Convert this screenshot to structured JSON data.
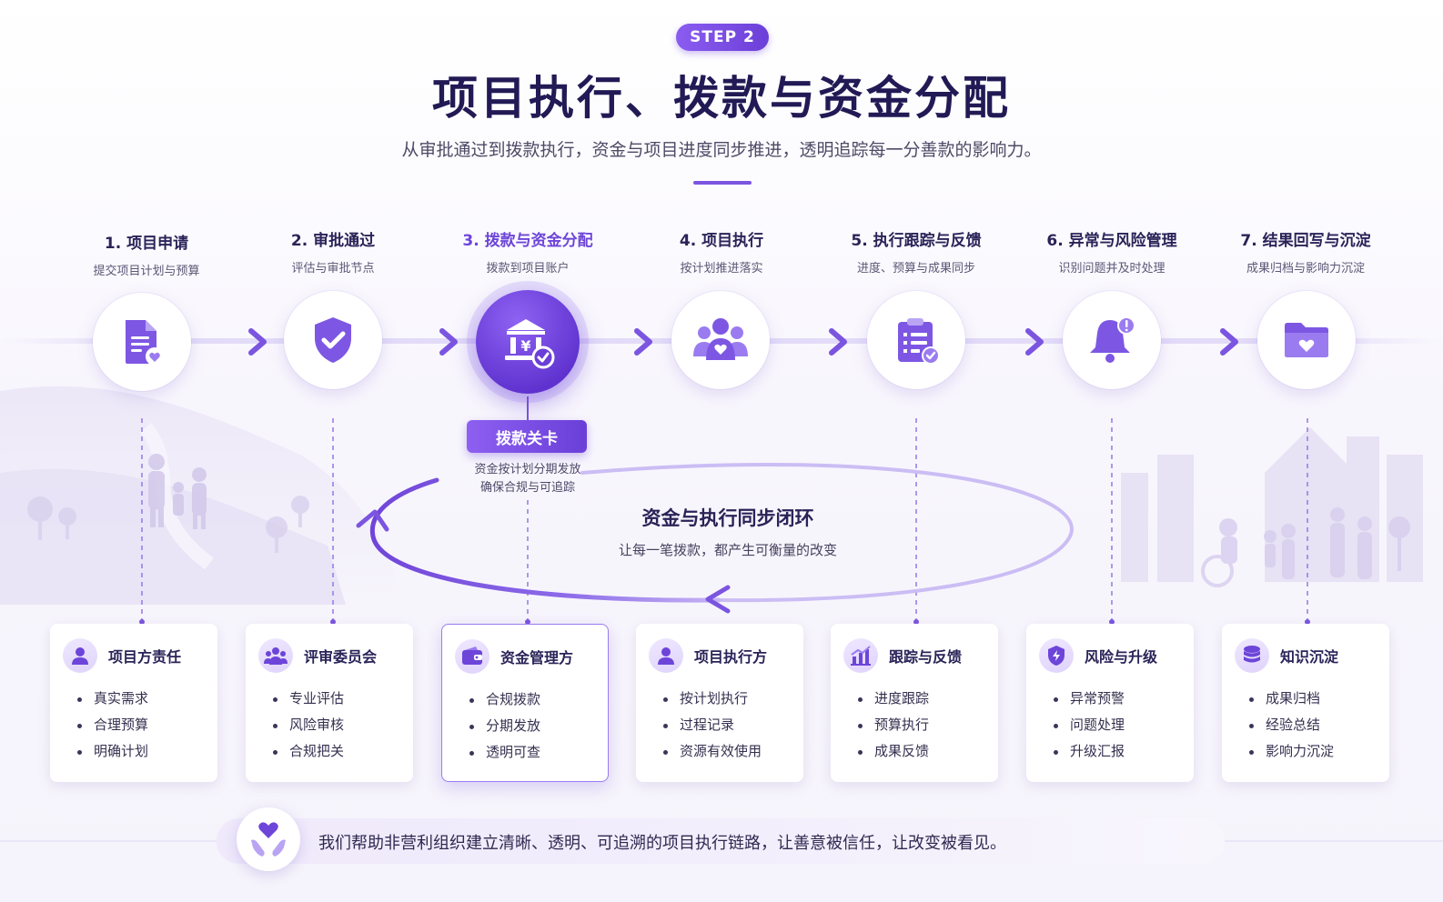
{
  "header": {
    "step_badge": "STEP 2",
    "title": "项目执行、拨款与资金分配",
    "subtitle": "从审批通过到拨款执行，资金与项目进度同步推进，透明追踪每一分善款的影响力。"
  },
  "steps": [
    {
      "title": "1. 项目申请",
      "subtitle": "提交项目计划与预算",
      "icon": "document-heart-icon"
    },
    {
      "title": "2. 审批通过",
      "subtitle": "评估与审批节点",
      "icon": "shield-check-icon"
    },
    {
      "title": "3. 拨款与资金分配",
      "subtitle": "拨款到项目账户",
      "icon": "bank-yuan-icon",
      "active": true
    },
    {
      "title": "4. 项目执行",
      "subtitle": "按计划推进落实",
      "icon": "people-heart-icon"
    },
    {
      "title": "5. 执行跟踪与反馈",
      "subtitle": "进度、预算与成果同步",
      "icon": "clipboard-check-icon"
    },
    {
      "title": "6. 异常与风险管理",
      "subtitle": "识别问题并及时处理",
      "icon": "alert-bell-icon"
    },
    {
      "title": "7. 结果回写与沉淀",
      "subtitle": "成果归档与影响力沉淀",
      "icon": "folder-heart-icon"
    }
  ],
  "gate": {
    "label": "拨款关卡",
    "note_line1": "资金按计划分期发放",
    "note_line2": "确保合规与可追踪"
  },
  "loop": {
    "title": "资金与执行同步闭环",
    "subtitle": "让每一笔拨款，都产生可衡量的改变"
  },
  "cards": [
    {
      "title": "项目方责任",
      "icon": "user-icon",
      "items": [
        "真实需求",
        "合理预算",
        "明确计划"
      ]
    },
    {
      "title": "评审委员会",
      "icon": "group-icon",
      "items": [
        "专业评估",
        "风险审核",
        "合规把关"
      ]
    },
    {
      "title": "资金管理方",
      "icon": "wallet-icon",
      "items": [
        "合规拨款",
        "分期发放",
        "透明可查"
      ],
      "active": true
    },
    {
      "title": "项目执行方",
      "icon": "user-icon",
      "items": [
        "按计划执行",
        "过程记录",
        "资源有效使用"
      ]
    },
    {
      "title": "跟踪与反馈",
      "icon": "bar-chart-icon",
      "items": [
        "进度跟踪",
        "预算执行",
        "成果反馈"
      ]
    },
    {
      "title": "风险与升级",
      "icon": "shield-bolt-icon",
      "items": [
        "异常预警",
        "问题处理",
        "升级汇报"
      ]
    },
    {
      "title": "知识沉淀",
      "icon": "database-icon",
      "items": [
        "成果归档",
        "经验总结",
        "影响力沉淀"
      ]
    }
  ],
  "footer": {
    "text": "我们帮助非营利组织建立清晰、透明、可追溯的项目执行链路，让善意被信任，让改变被看见。",
    "icon": "hands-heart-icon"
  },
  "colors": {
    "accent": "#6d45d9",
    "accent_light": "#9b7cf0",
    "title": "#221a55"
  }
}
